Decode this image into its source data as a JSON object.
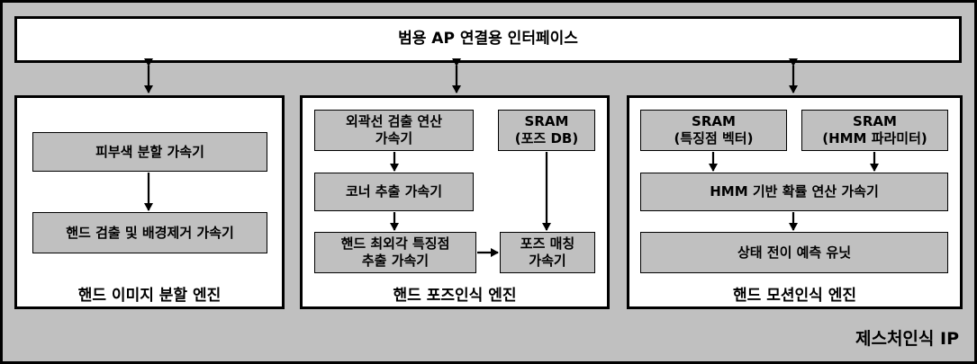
{
  "ip_title": "제스처인식 IP",
  "interface": "범용 AP 연결용 인터페이스",
  "engines": {
    "segmentation": {
      "title": "핸드 이미지 분할 엔진",
      "skin": "피부색 분할 가속기",
      "detect": "핸드 검출 및 배경제거 가속기"
    },
    "pose": {
      "title": "핸드 포즈인식 엔진",
      "contour": "외곽선 검출 연산\n가속기",
      "sram": "SRAM\n(포즈 DB)",
      "corner": "코너 추출 가속기",
      "feature": "핸드 최외각 특징점\n추출 가속기",
      "matching": "포즈 매칭\n가속기"
    },
    "motion": {
      "title": "핸드 모션인식 엔진",
      "sram_feature": "SRAM\n(특징점 벡터)",
      "sram_hmm": "SRAM\n(HMM 파라미터)",
      "hmm": "HMM 기반 확률 연산 가속기",
      "predict": "상태 전이 예측 유닛"
    }
  }
}
